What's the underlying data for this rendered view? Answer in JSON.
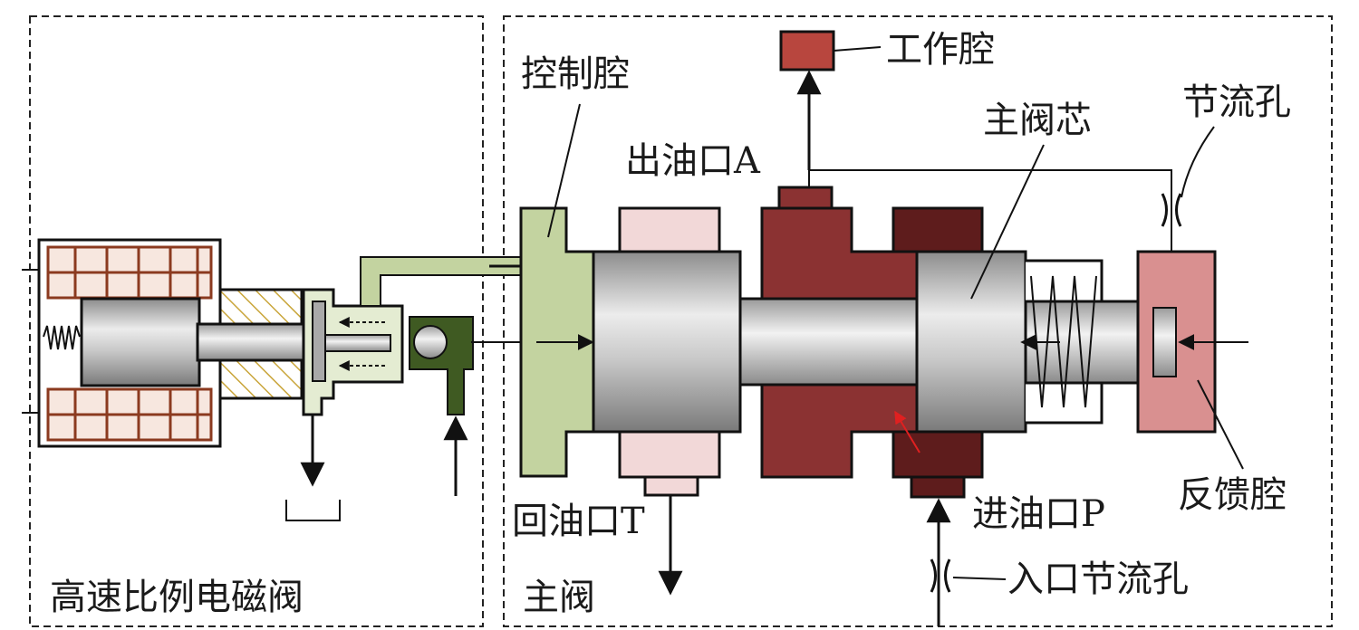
{
  "labels": {
    "control_chamber": "控制腔",
    "work_chamber": "工作腔",
    "outlet_a": "出油口A",
    "main_spool": "主阀芯",
    "throttle_orifice": "节流孔",
    "return_port_t": "回油口T",
    "inlet_port_p": "进油口P",
    "feedback_chamber": "反馈腔",
    "inlet_throttle_orifice": "入口节流孔",
    "hs_solenoid_valve": "高速比例电磁阀",
    "main_valve": "主阀"
  },
  "colors": {
    "coil": "#8b3a1f",
    "spool_gray": "#a9a9a9",
    "control_green": "#c3d3a0",
    "port_pink": "#f2d8d8",
    "pressure_red": "#8b3232",
    "inlet_dark": "#5e1c1c",
    "feedback_pink": "#d99090",
    "work_red": "#b8463e",
    "pilot_green": "#3f5a22"
  }
}
